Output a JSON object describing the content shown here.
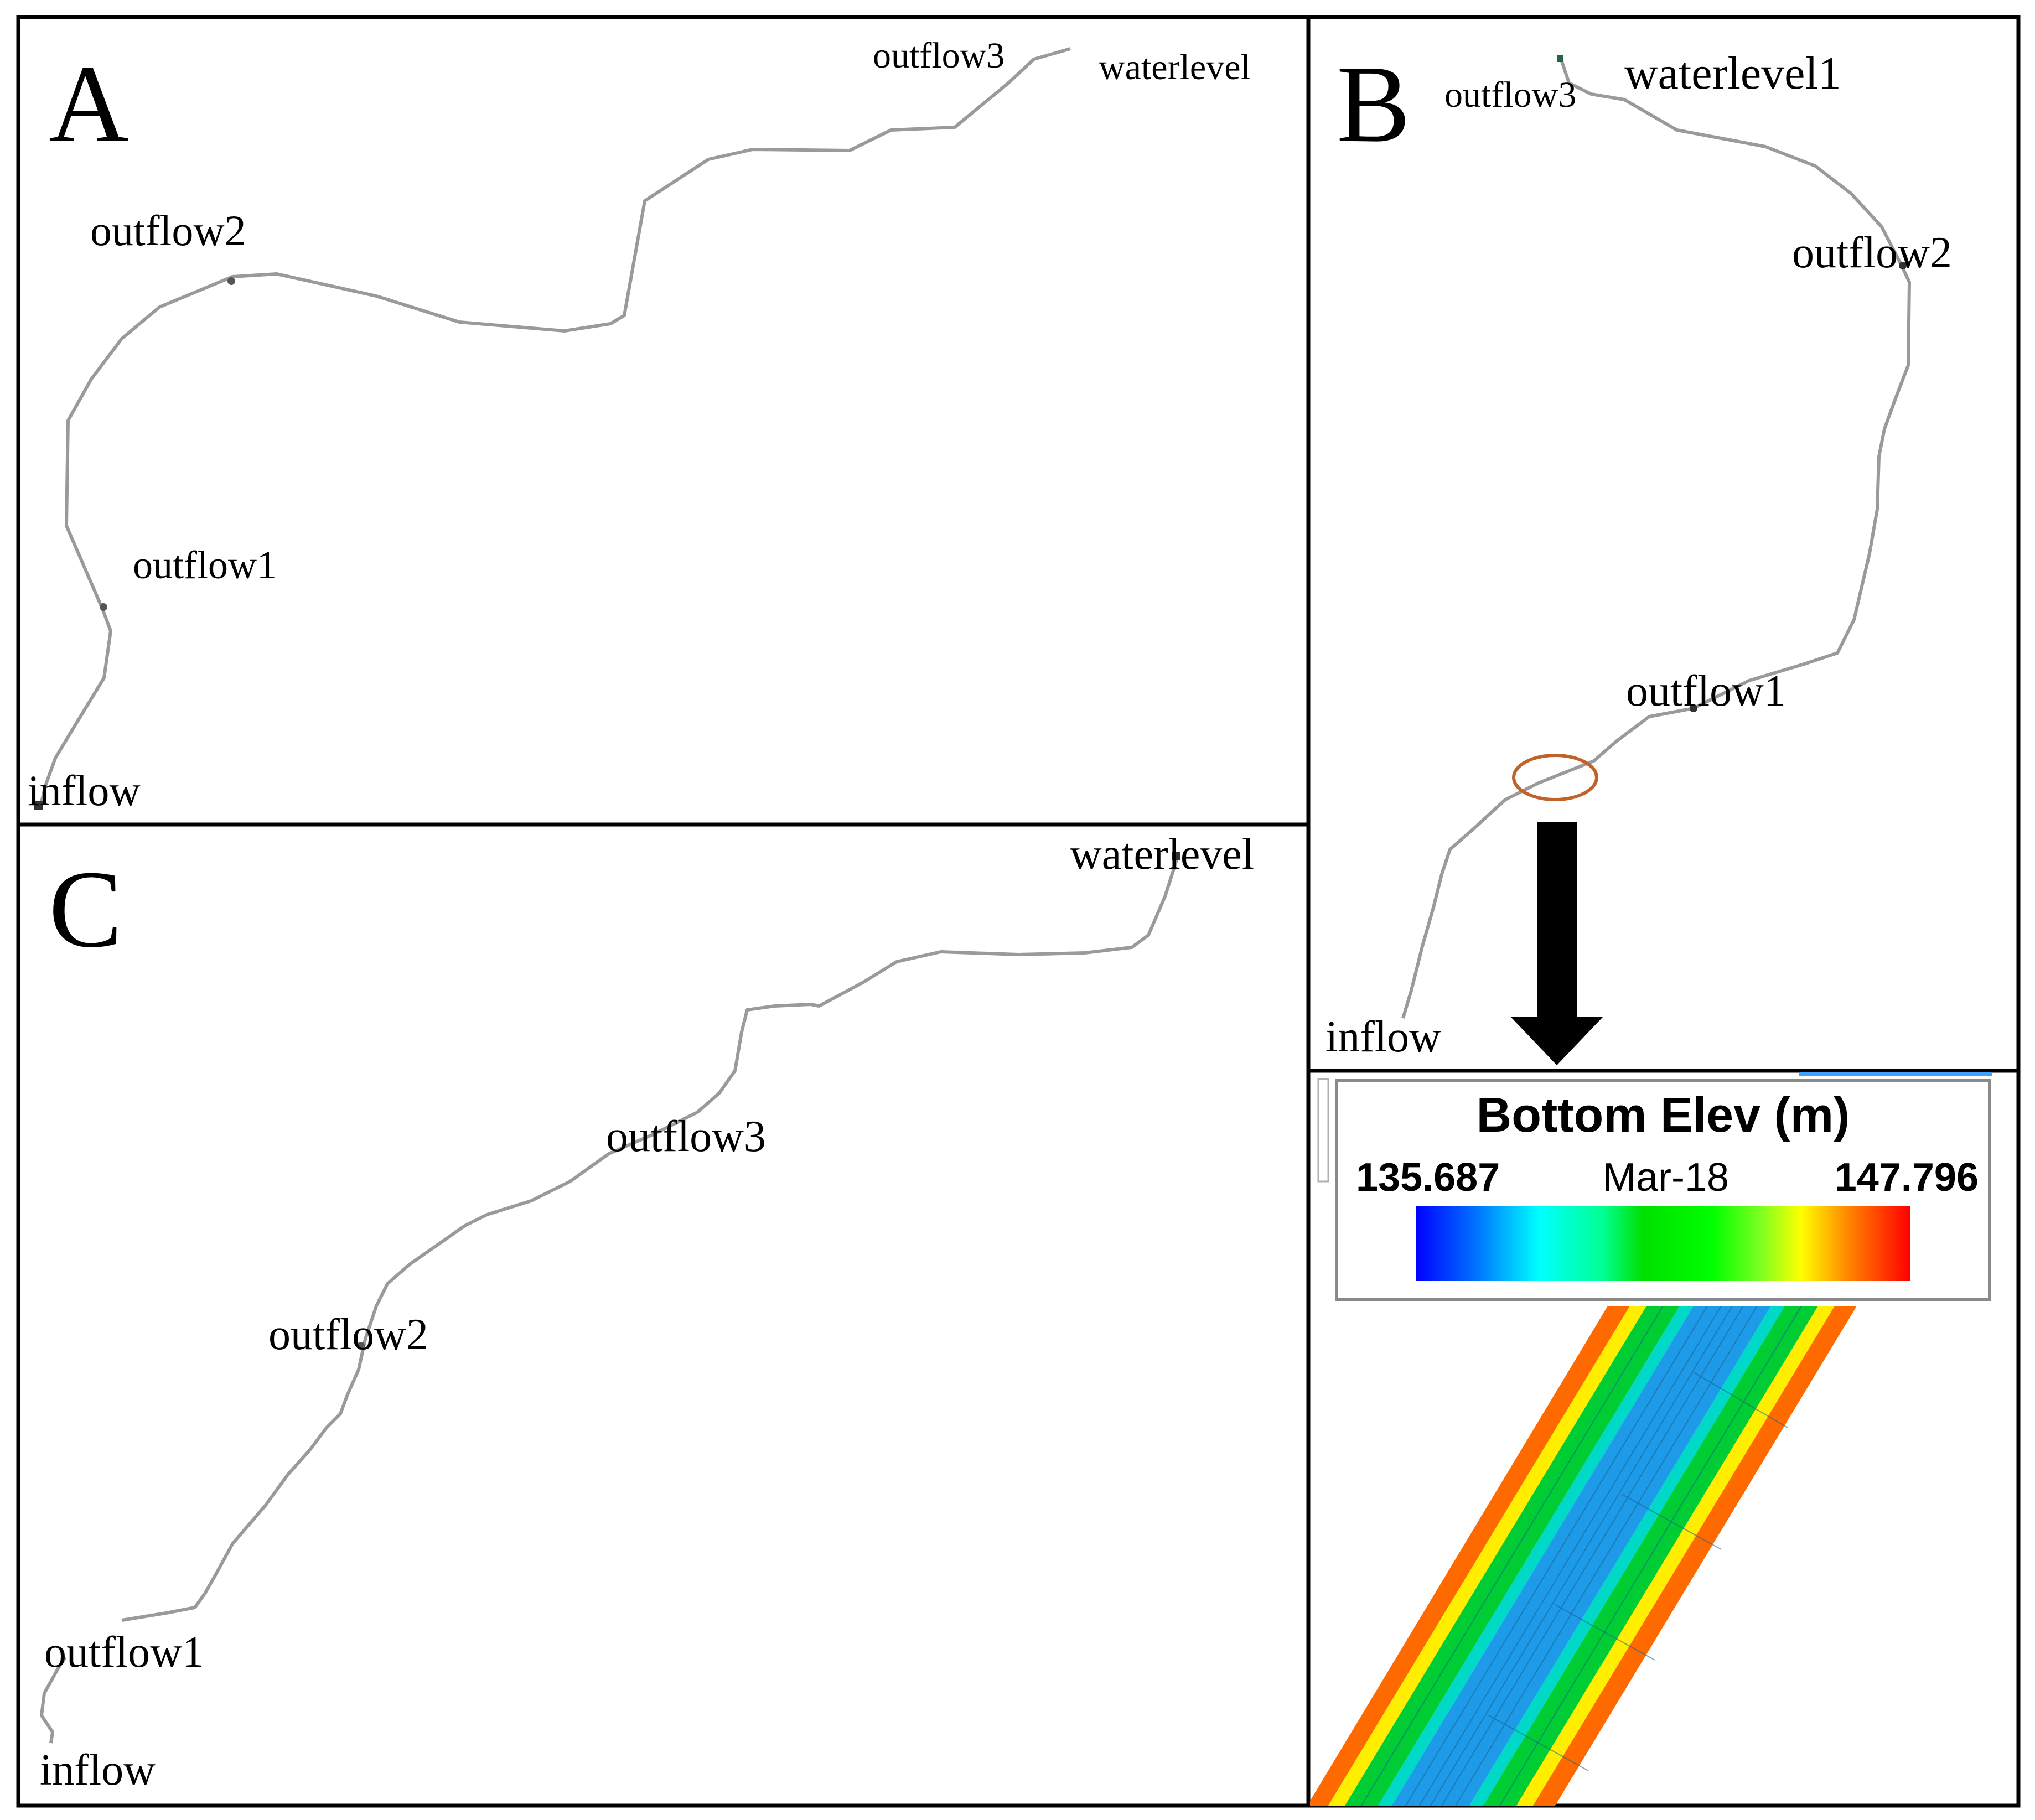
{
  "panel_a": {
    "letter": "A",
    "labels": {
      "inflow": "inflow",
      "outflow1": "outflow1",
      "outflow2": "outflow2",
      "outflow3": "outflow3",
      "waterlevel": "waterlevel"
    }
  },
  "panel_b": {
    "letter": "B",
    "labels": {
      "inflow": "inflow",
      "outflow1": "outflow1",
      "outflow2": "outflow2",
      "outflow3": "outflow3",
      "waterlevel": "waterlevel1"
    }
  },
  "panel_c": {
    "letter": "C",
    "labels": {
      "inflow": "inflow",
      "outflow1": "outflow1",
      "outflow2": "outflow2",
      "outflow3": "outflow3",
      "waterlevel": "waterlevel"
    }
  },
  "legend": {
    "title": "Bottom Elev (m)",
    "min": "135.687",
    "date": "Mar-18",
    "max": "147.796",
    "gradient_colors": [
      "#0000ff",
      "#00a0ff",
      "#00ffff",
      "#00ff80",
      "#00e000",
      "#00ff00",
      "#80ff00",
      "#ffff00",
      "#ff8000",
      "#ff0000"
    ]
  },
  "colors": {
    "river_line": "#9a9a9a",
    "border": "#000000",
    "highlight_ellipse": "#c0622a",
    "band_orange": "#ff6a00",
    "band_yellow": "#ffee00",
    "band_green": "#00cc33",
    "band_cyan": "#00d8c8",
    "band_blue": "#1e9be8"
  }
}
